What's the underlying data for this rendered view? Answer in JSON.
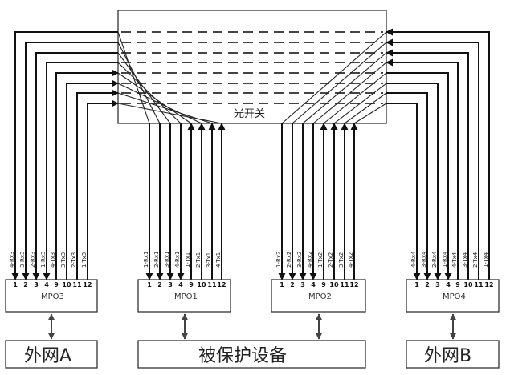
{
  "switch": {
    "label": "光开关"
  },
  "mpos": [
    {
      "id": "mpo3",
      "label": "MPO3",
      "pins": [
        "1",
        "2",
        "3",
        "4",
        "9",
        "10",
        "11",
        "12"
      ],
      "fibers": [
        "4-Rx3",
        "3-Rx3",
        "2-Rx3",
        "1-Rx3",
        "4-Tx3",
        "3-Tx3",
        "2-Tx3",
        "1-Tx3"
      ]
    },
    {
      "id": "mpo1",
      "label": "MPO1",
      "pins": [
        "1",
        "2",
        "3",
        "4",
        "9",
        "10",
        "11",
        "12"
      ],
      "fibers": [
        "1-Rx1",
        "2-Rx1",
        "3-Rx1",
        "4-Rx1",
        "1-Tx1",
        "2-Tx1",
        "3-Tx1",
        "4-Tx1"
      ]
    },
    {
      "id": "mpo2",
      "label": "MPO2",
      "pins": [
        "1",
        "2",
        "3",
        "4",
        "9",
        "10",
        "11",
        "12"
      ],
      "fibers": [
        "1-Rx2",
        "2-Rx2",
        "3-Rx2",
        "4-Rx2",
        "1-Tx2",
        "2-Tx2",
        "3-Tx2",
        "4-Tx2"
      ]
    },
    {
      "id": "mpo4",
      "label": "MPO4",
      "pins": [
        "1",
        "2",
        "3",
        "4",
        "9",
        "10",
        "11",
        "12"
      ],
      "fibers": [
        "4-Rx4",
        "3-Rx4",
        "2-Rx4",
        "1-Rx4",
        "4-Tx4",
        "3-Tx4",
        "2-Tx4",
        "1-Tx4"
      ]
    }
  ],
  "endpoints": {
    "network_a": "外网A",
    "protected_device": "被保护设备",
    "network_b": "外网B"
  }
}
